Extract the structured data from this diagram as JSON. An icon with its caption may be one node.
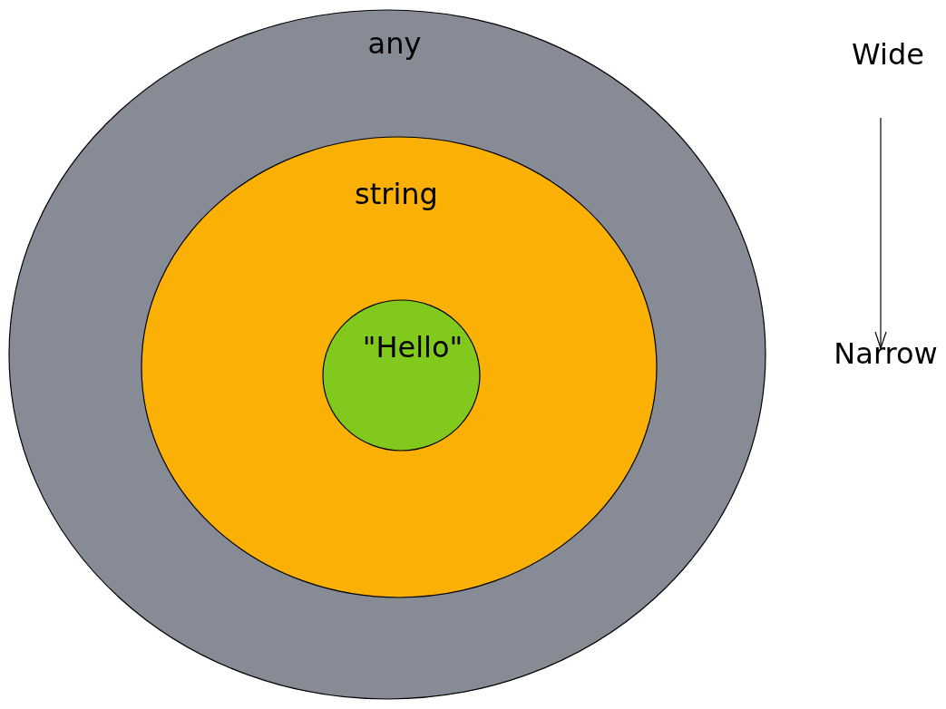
{
  "diagram": {
    "nodes": [
      {
        "text": [
          "any"
        ]
      },
      {
        "text": [
          "string"
        ],
        "in": 0
      },
      {
        "text": [
          "\"Hello\""
        ],
        "in": 1
      },
      {
        "text": [
          "Wide"
        ]
      },
      {
        "text": [
          "Narrow"
        ]
      }
    ],
    "edges": [
      {
        "from": 3,
        "to": 4,
        "arrow": "to"
      }
    ]
  }
}
